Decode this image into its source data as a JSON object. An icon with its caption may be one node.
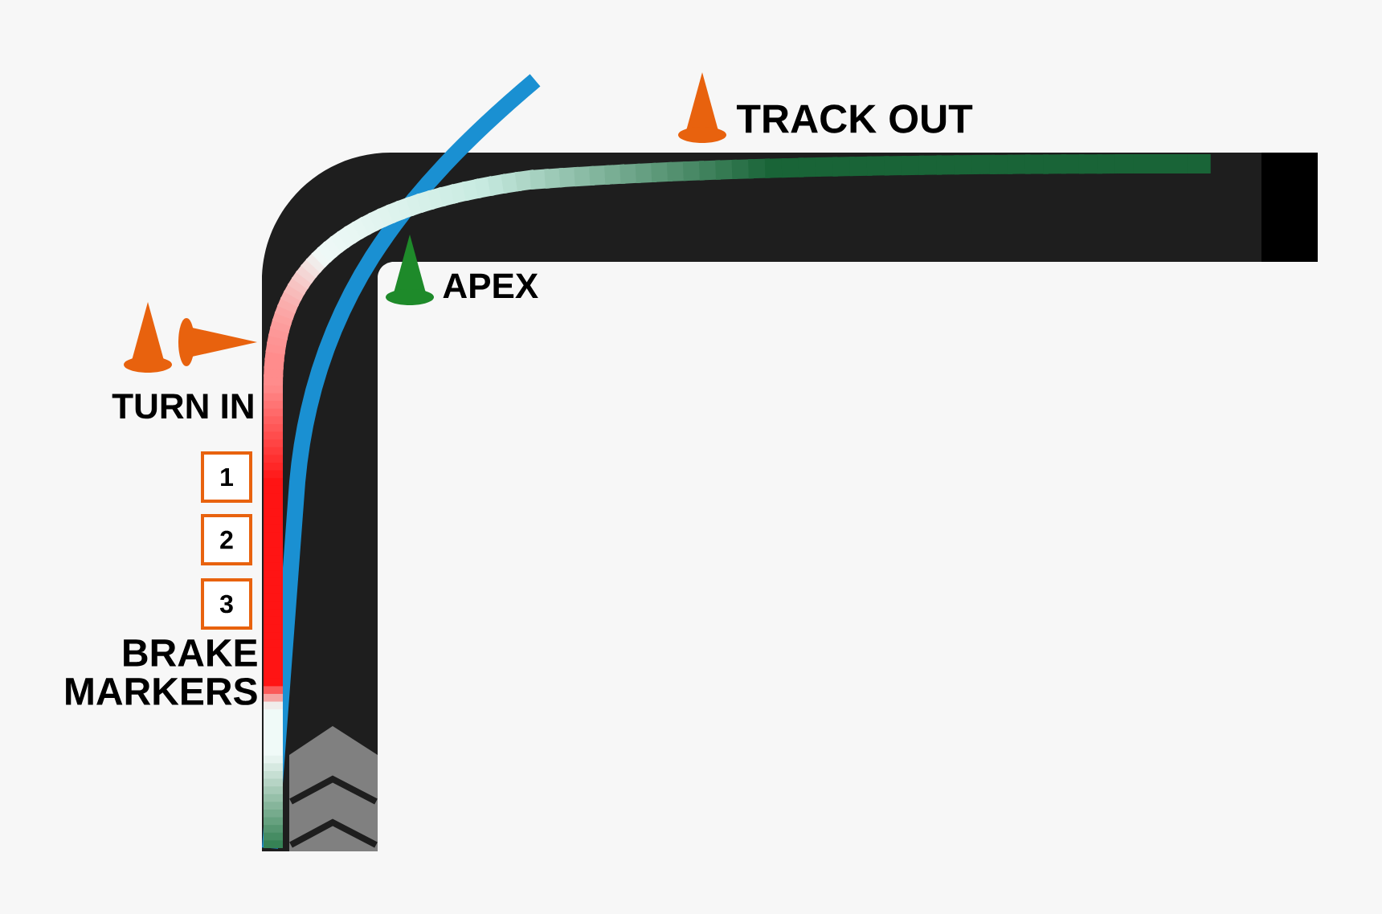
{
  "diagram": {
    "nodes": [
      {
        "text": [
          "1"
        ]
      },
      {
        "text": [
          "2"
        ]
      },
      {
        "text": [
          "3"
        ]
      }
    ],
    "labels": [
      "TRACK OUT",
      "APEX",
      "TURN IN",
      "BRAKE MARKERS"
    ]
  }
}
